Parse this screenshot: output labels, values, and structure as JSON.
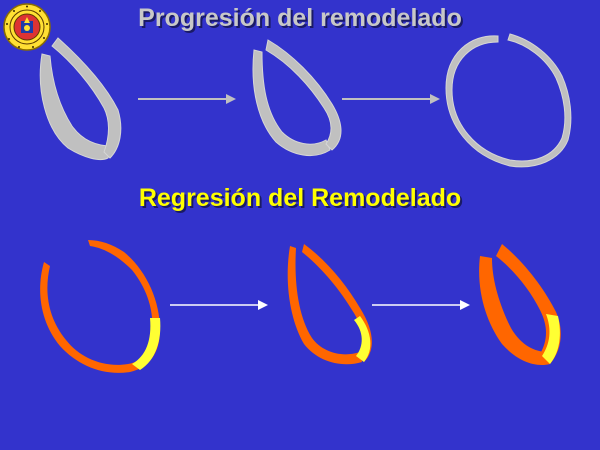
{
  "titles": {
    "progression": "Progresión del remodelado",
    "regression": "Regresión del Remodelado"
  },
  "colors": {
    "background": "#3333cc",
    "progression_wall": "#c0c0c0",
    "regression_wall": "#ff6600",
    "highlight": "#ffff33",
    "arrow": "#ffffff",
    "progression_title": "#c8c8c8",
    "regression_title": "#ffff00"
  },
  "logo": {
    "icon": "university-seal-icon"
  },
  "rows": [
    {
      "name": "progression",
      "stages": 3,
      "arrows": 2
    },
    {
      "name": "regression",
      "stages": 3,
      "arrows": 2
    }
  ]
}
